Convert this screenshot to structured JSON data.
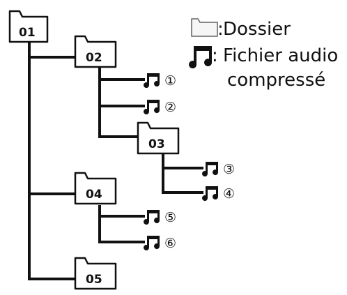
{
  "legend": {
    "folder_label": "Dossier",
    "audio_label_line1": "Fichier audio",
    "audio_label_line2": "compressé",
    "folder_separator": ":",
    "audio_separator": ":",
    "folder_icon": "folder-icon",
    "audio_icon": "music-note-icon"
  },
  "tree": {
    "folders": [
      {
        "id": "01",
        "label": "01",
        "parent": null
      },
      {
        "id": "02",
        "label": "02",
        "parent": "01"
      },
      {
        "id": "03",
        "label": "03",
        "parent": "02"
      },
      {
        "id": "04",
        "label": "04",
        "parent": "01"
      },
      {
        "id": "05",
        "label": "05",
        "parent": "01"
      }
    ],
    "files": [
      {
        "label": "①",
        "parent": "02"
      },
      {
        "label": "②",
        "parent": "02"
      },
      {
        "label": "③",
        "parent": "03"
      },
      {
        "label": "④",
        "parent": "03"
      },
      {
        "label": "⑤",
        "parent": "04"
      },
      {
        "label": "⑥",
        "parent": "04"
      }
    ]
  },
  "colors": {
    "line": "#111111",
    "legend_folder_stroke": "#7a7a7a"
  }
}
